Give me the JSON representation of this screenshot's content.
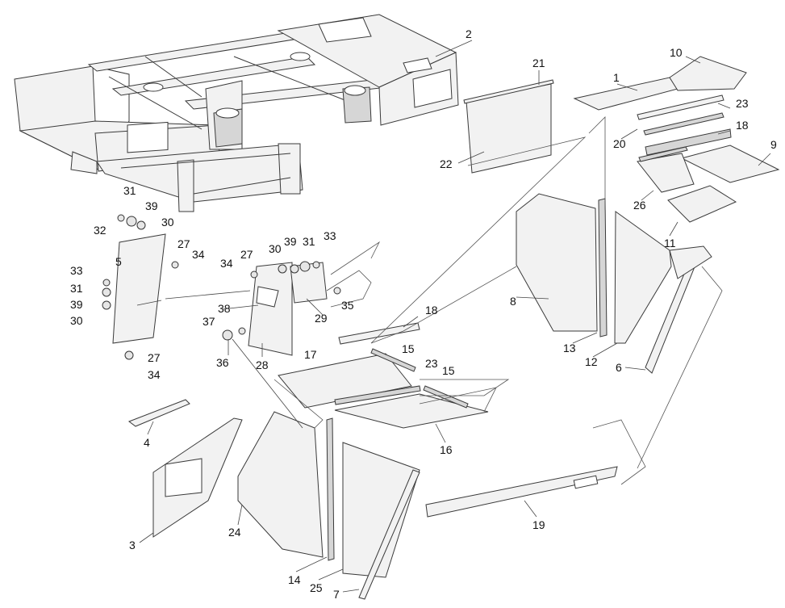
{
  "diagram": {
    "callouts": {
      "c1": "1",
      "c2": "2",
      "c3": "3",
      "c4": "4",
      "c5": "5",
      "c6": "6",
      "c7": "7",
      "c8": "8",
      "c9": "9",
      "c10": "10",
      "c11": "11",
      "c12": "12",
      "c13": "13",
      "c14": "14",
      "c15a": "15",
      "c15b": "15",
      "c16": "16",
      "c17": "17",
      "c18a": "18",
      "c18b": "18",
      "c19": "19",
      "c20": "20",
      "c21": "21",
      "c22": "22",
      "c23a": "23",
      "c23b": "23",
      "c24": "24",
      "c25": "25",
      "c26": "26",
      "c27a": "27",
      "c27b": "27",
      "c27c": "27",
      "c28": "28",
      "c29": "29",
      "c30a": "30",
      "c30b": "30",
      "c30c": "30",
      "c31a": "31",
      "c31b": "31",
      "c31c": "31",
      "c32": "32",
      "c33a": "33",
      "c33b": "33",
      "c34a": "34",
      "c34b": "34",
      "c34c": "34",
      "c35": "35",
      "c36": "36",
      "c37": "37",
      "c38": "38",
      "c39a": "39",
      "c39b": "39",
      "c39c": "39"
    }
  }
}
